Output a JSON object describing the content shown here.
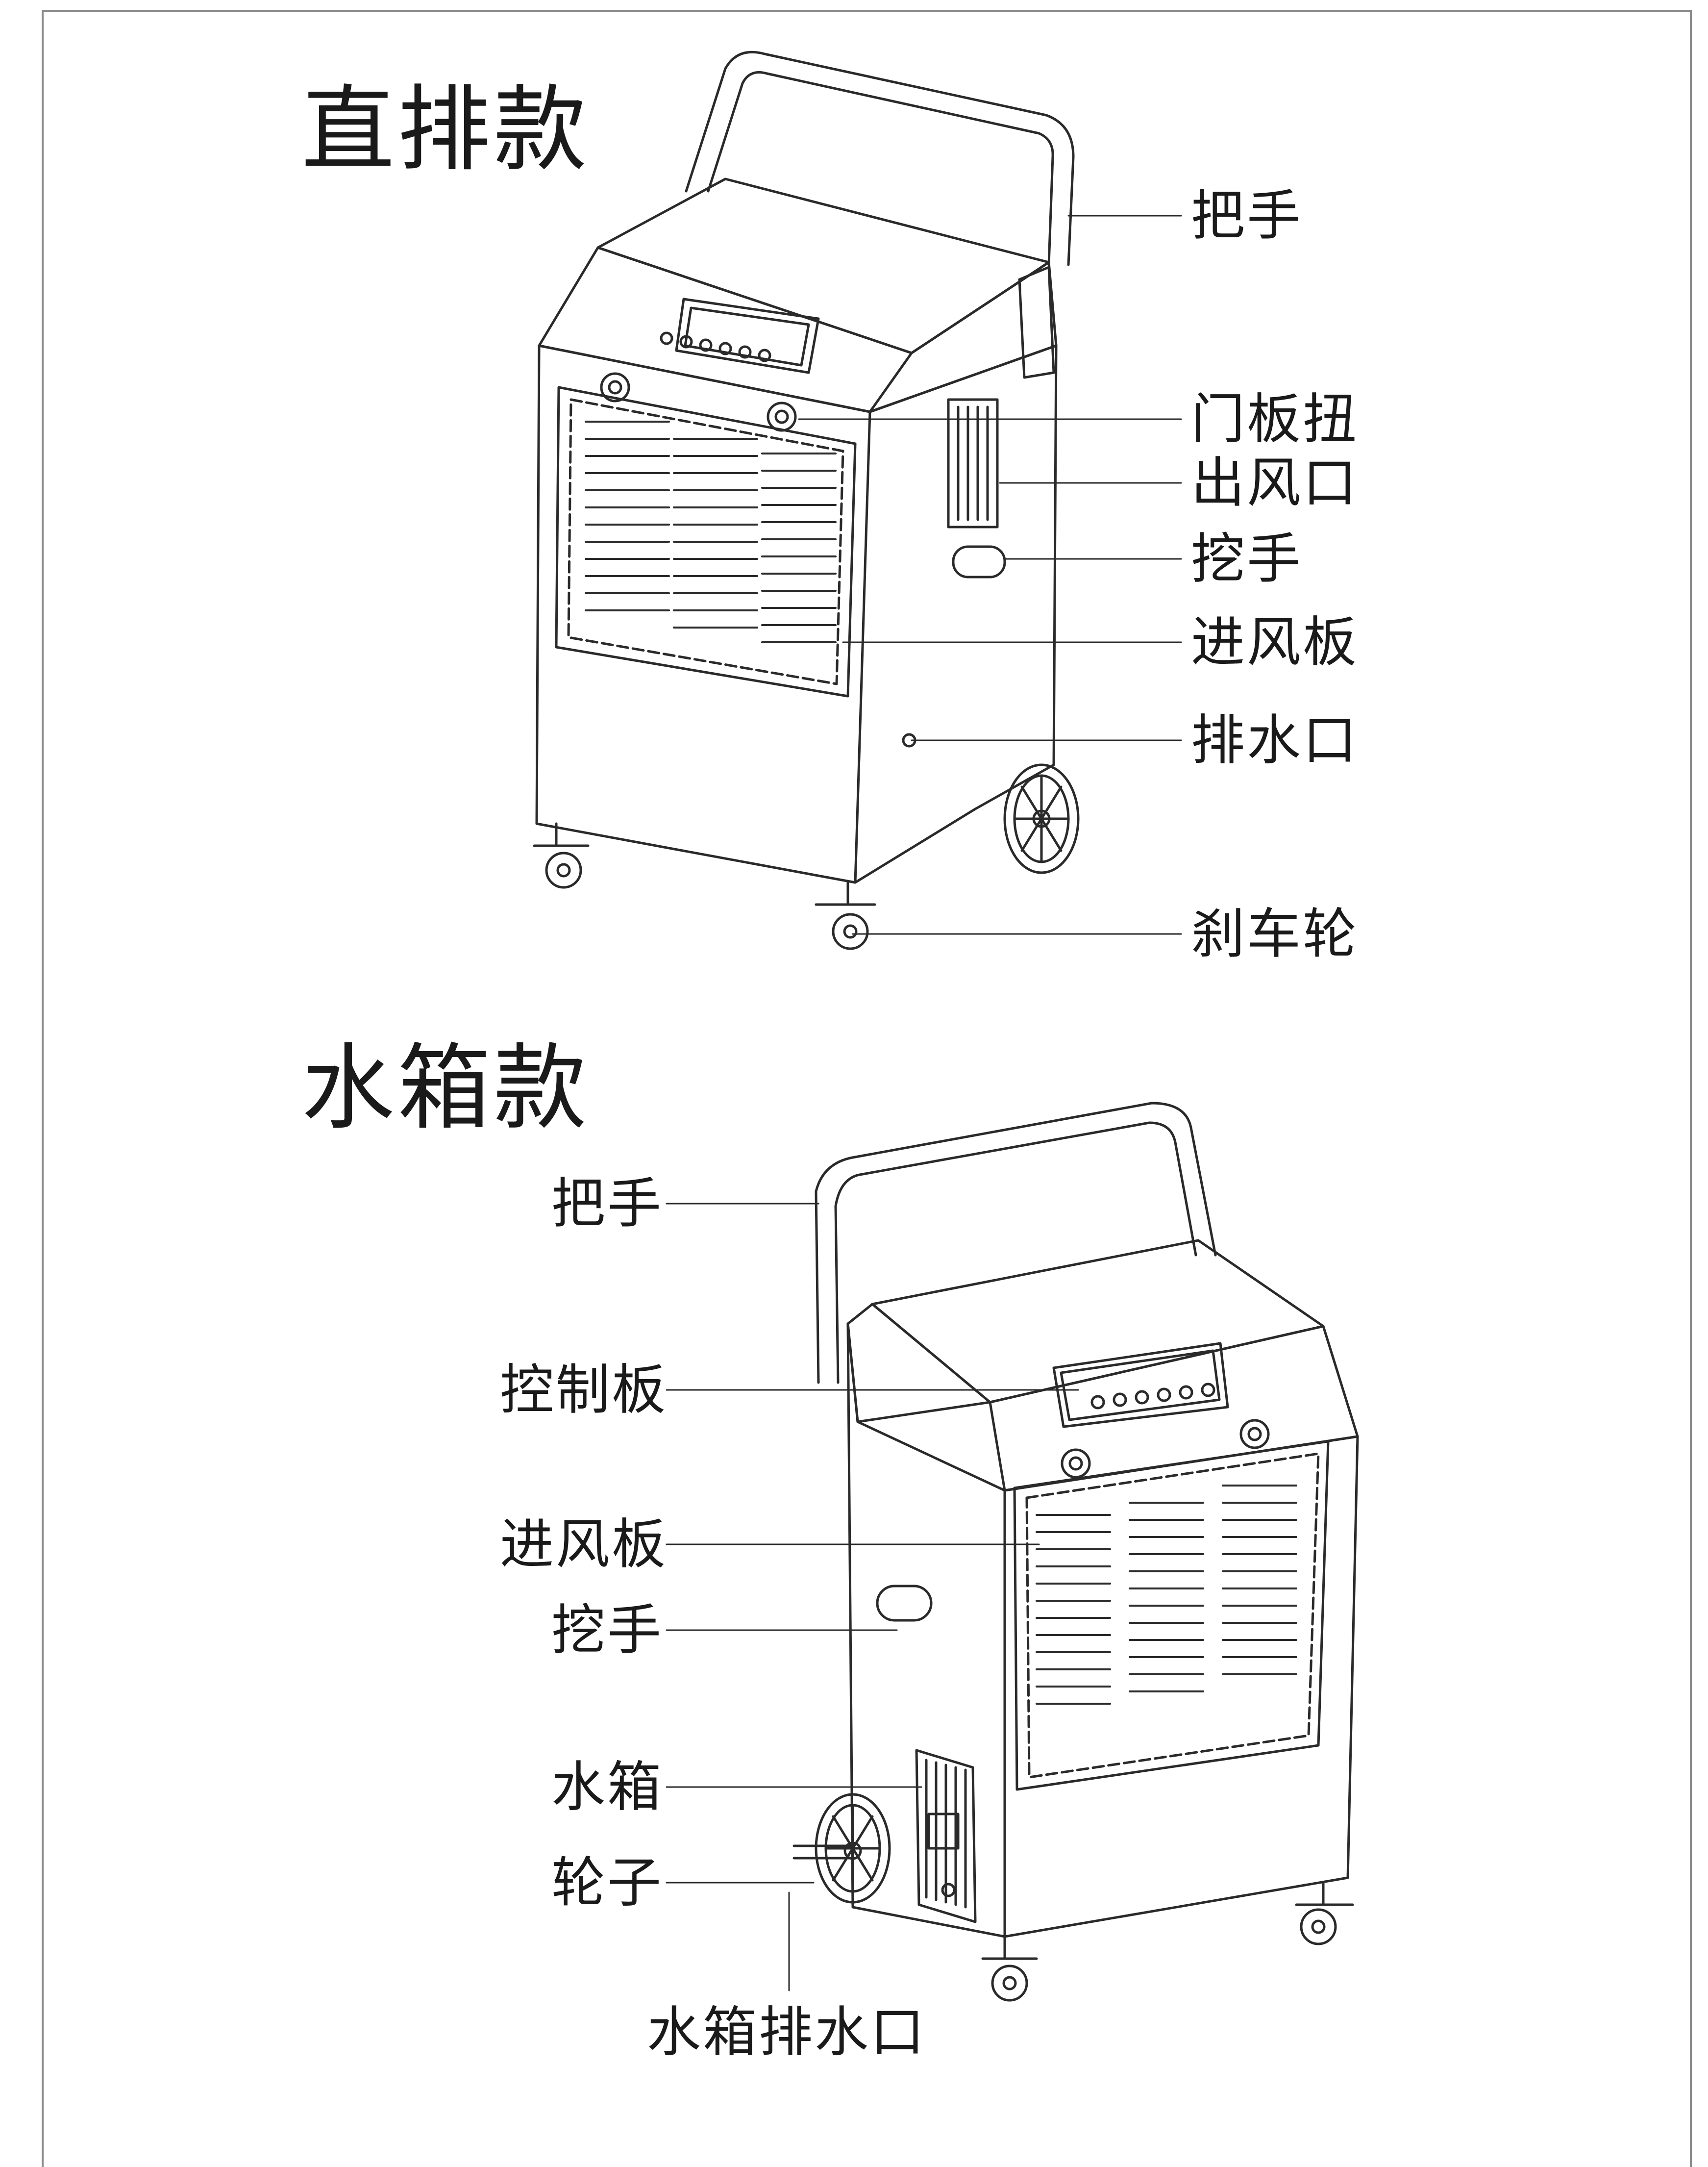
{
  "section_direct": {
    "title": "直排款",
    "labels": {
      "handle": "把手",
      "door_knob": "门板扭",
      "air_outlet": "出风口",
      "grip": "挖手",
      "intake_panel": "进风板",
      "drain_outlet": "排水口",
      "brake_wheel": "刹车轮"
    }
  },
  "section_tank": {
    "title": "水箱款",
    "labels": {
      "handle": "把手",
      "control_panel": "控制板",
      "intake_panel": "进风板",
      "grip": "挖手",
      "water_tank": "水箱",
      "wheel": "轮子",
      "tank_drain": "水箱排水口"
    }
  }
}
